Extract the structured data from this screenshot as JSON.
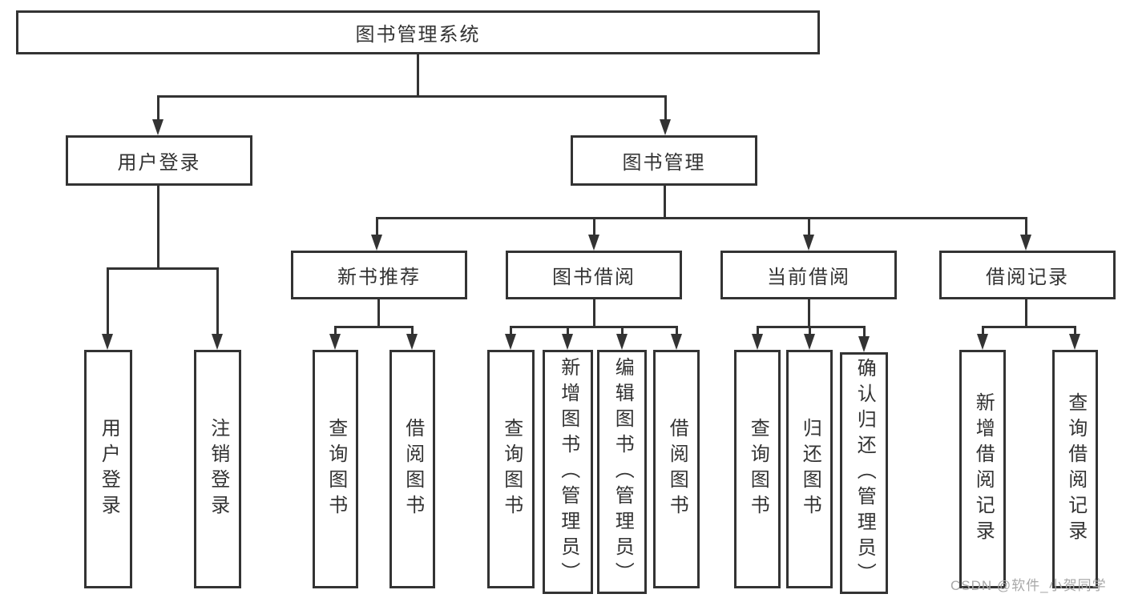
{
  "colors": {
    "background": "#ffffff",
    "line": "#333333",
    "box_border": "#333333",
    "text": "#333333",
    "watermark": "#a8a8a8"
  },
  "watermark": "CSDN @软件_小贺同学",
  "tree": {
    "root": "图书管理系统",
    "branches": [
      {
        "label": "用户登录",
        "children": [
          "用户登录",
          "注销登录"
        ]
      },
      {
        "label": "图书管理",
        "groups": [
          {
            "label": "新书推荐",
            "children": [
              "查询图书",
              "借阅图书"
            ]
          },
          {
            "label": "图书借阅",
            "children": [
              "查询图书",
              "新增图书（管理员）",
              "编辑图书（管理员）",
              "借阅图书"
            ]
          },
          {
            "label": "当前借阅",
            "children": [
              "查询图书",
              "归还图书",
              "确认归还（管理员）"
            ]
          },
          {
            "label": "借阅记录",
            "children": [
              "新增借阅记录",
              "查询借阅记录"
            ]
          }
        ]
      }
    ]
  }
}
